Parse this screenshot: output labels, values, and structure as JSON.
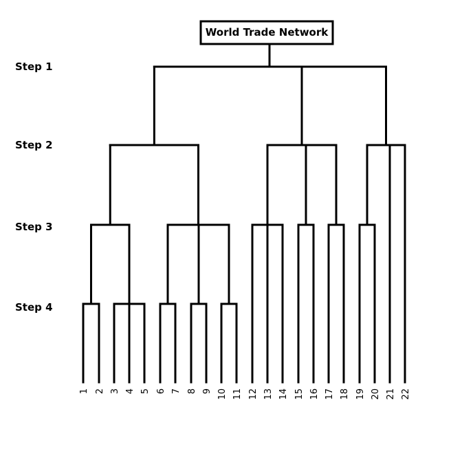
{
  "title": "World Trade Network",
  "steps": [
    "Step 1",
    "Step 2",
    "Step 3",
    "Step 4"
  ],
  "leaves": [
    "1",
    "2",
    "3",
    "4",
    "5",
    "6",
    "7",
    "8",
    "9",
    "10",
    "11",
    "12",
    "13",
    "14",
    "15",
    "16",
    "17",
    "18",
    "19",
    "20",
    "21",
    "22"
  ],
  "tree": {
    "children": [
      {
        "children": [
          {
            "children": [
              {
                "leaves": [
                  1,
                  2
                ]
              },
              {
                "leaves": [
                  3,
                  4,
                  5
                ]
              }
            ]
          },
          {
            "children": [
              {
                "leaves": [
                  6,
                  7
                ]
              },
              {
                "leaves": [
                  8,
                  9
                ]
              },
              {
                "leaves": [
                  10,
                  11
                ]
              }
            ]
          }
        ]
      },
      {
        "children": [
          {
            "leaves": [
              12,
              13,
              14
            ]
          },
          {
            "leaves": [
              15,
              16
            ]
          },
          {
            "leaves": [
              17,
              18
            ]
          }
        ]
      },
      {
        "children": [
          {
            "leaves": [
              19,
              20
            ]
          },
          {
            "leaf": 21
          },
          {
            "leaf": 22
          }
        ]
      }
    ]
  },
  "colors": {
    "line": "#000000",
    "background": "#ffffff"
  }
}
